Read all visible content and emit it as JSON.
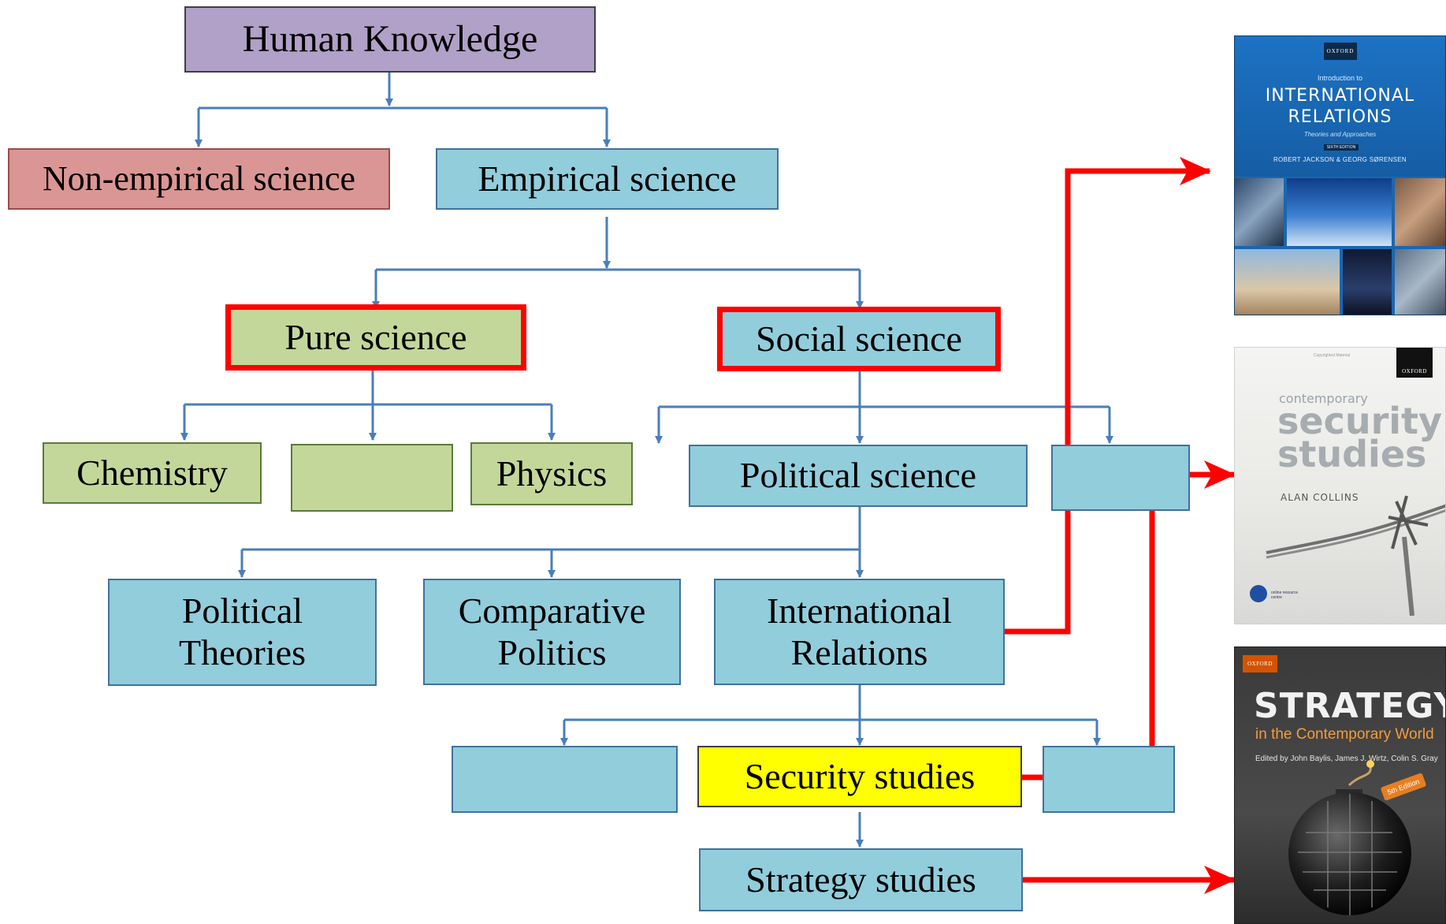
{
  "diagram": {
    "nodes": {
      "human_knowledge": "Human Knowledge",
      "non_empirical": "Non-empirical science",
      "empirical": "Empirical science",
      "pure_science": "Pure science",
      "social_science": "Social science",
      "chemistry": "Chemistry",
      "pure_blank": "",
      "physics": "Physics",
      "political_science": "Political science",
      "social_blank": "",
      "political_theories": "Political Theories",
      "comparative_politics": "Comparative Politics",
      "international_relations": "International Relations",
      "ir_blank_left": "",
      "security_studies": "Security studies",
      "ir_blank_right": "",
      "strategy_studies": "Strategy studies"
    }
  },
  "colors": {
    "connector": "#4a7ebb",
    "highlight": "#ff0000",
    "blue_box": "#92cddc",
    "green_box": "#c4d79b",
    "purple_box": "#b1a0c7",
    "red_box": "#da9694",
    "yellow_box": "#ffff00"
  },
  "books": {
    "book1": {
      "publisher": "OXFORD",
      "series": "Introduction to",
      "title_line1": "INTERNATIONAL",
      "title_line2": "RELATIONS",
      "subtitle": "Theories and Approaches",
      "edition": "SIXTH EDITION",
      "authors": "ROBERT JACKSON & GEORG SØRENSEN"
    },
    "book2": {
      "publisher": "OXFORD",
      "copyright": "Copyrighted Material",
      "prefix": "contemporary",
      "title_line1": "security",
      "title_line2": "studies",
      "author": "ALAN COLLINS",
      "badge": "online resource centre"
    },
    "book3": {
      "publisher": "OXFORD",
      "title": "STRATEGY",
      "subtitle": "in the Contemporary World",
      "editors": "Edited by John Baylis, James J. Wirtz, Colin S. Gray",
      "edition": "5th Edition"
    }
  }
}
